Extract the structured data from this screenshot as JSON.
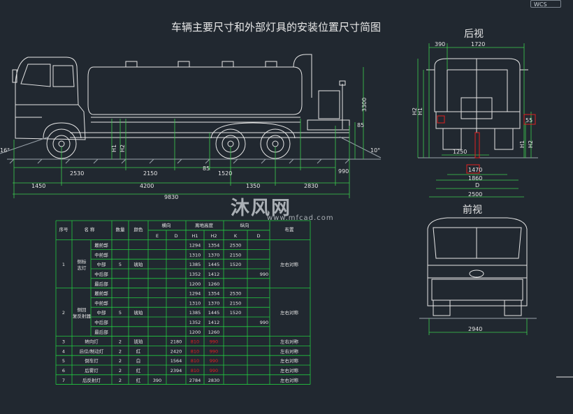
{
  "title": "车辆主要尺寸和外部灯具的安装位置尺寸简图",
  "labels": {
    "rear_view": "后视",
    "front_view": "前视"
  },
  "wcs": "WCS",
  "watermark": {
    "text": "沐风网",
    "url": "www.mfcad.com"
  },
  "side_dims": {
    "top_row": [
      "2530",
      "2150",
      "85",
      "1520",
      "990"
    ],
    "mid_row": [
      "1450",
      "4200",
      "1350",
      "2830"
    ],
    "total": "9830",
    "height": "3300",
    "rear_h": "85",
    "angle_front": "16°",
    "angle_rear": "10°",
    "h1": "H1",
    "h2": "H2"
  },
  "rear_dims": {
    "top": [
      "390",
      "1720"
    ],
    "h": [
      "H2",
      "H1"
    ],
    "mid": [
      "1250",
      "1470",
      "1860"
    ],
    "bottom": [
      "D",
      "2500"
    ],
    "side": "55",
    "hr": [
      "H1",
      "H2"
    ]
  },
  "front_dims": {
    "width": "2940"
  },
  "table": {
    "headers": [
      "序号",
      "名 称",
      "数量",
      "颜色",
      "横向",
      "离地高度",
      "纵向",
      "布置"
    ],
    "sub_headers": [
      "E",
      "D",
      "H1",
      "H2",
      "K",
      "D"
    ],
    "groups": [
      {
        "no": "1",
        "name": "侧标志灯",
        "qty": "5",
        "color": "琥珀",
        "layout": "左右对称",
        "rows": [
          {
            "pos": "最前部",
            "h1": "1294",
            "h2": "1354",
            "k": "2530",
            "d": ""
          },
          {
            "pos": "中前部",
            "h1": "1310",
            "h2": "1370",
            "k": "2150",
            "d": ""
          },
          {
            "pos": "中部",
            "h1": "1385",
            "h2": "1445",
            "k": "1520",
            "d": ""
          },
          {
            "pos": "中后部",
            "h1": "1352",
            "h2": "1412",
            "k": "",
            "d": "990"
          },
          {
            "pos": "最后部",
            "h1": "1200",
            "h2": "1260",
            "k": "",
            "d": ""
          }
        ]
      },
      {
        "no": "2",
        "name": "侧回复反射器",
        "qty": "5",
        "color": "琥珀",
        "layout": "左右对称",
        "rows": [
          {
            "pos": "最前部",
            "h1": "1294",
            "h2": "1354",
            "k": "2530",
            "d": ""
          },
          {
            "pos": "中前部",
            "h1": "1310",
            "h2": "1370",
            "k": "2150",
            "d": ""
          },
          {
            "pos": "中部",
            "h1": "1385",
            "h2": "1445",
            "k": "1520",
            "d": ""
          },
          {
            "pos": "中后部",
            "h1": "1352",
            "h2": "1412",
            "k": "",
            "d": "990"
          },
          {
            "pos": "最后部",
            "h1": "1200",
            "h2": "1260",
            "k": "",
            "d": ""
          }
        ]
      }
    ],
    "singles": [
      {
        "no": "3",
        "name": "转向灯",
        "qty": "2",
        "color": "琥珀",
        "e": "",
        "d": "2180",
        "h1": "810",
        "h2": "990",
        "k": "",
        "dd": "",
        "layout": "左右对称"
      },
      {
        "no": "4",
        "name": "后位/制动灯",
        "qty": "2",
        "color": "红",
        "e": "",
        "d": "2420",
        "h1": "810",
        "h2": "990",
        "k": "",
        "dd": "",
        "layout": "左右对称"
      },
      {
        "no": "5",
        "name": "倒车灯",
        "qty": "2",
        "color": "白",
        "e": "",
        "d": "1564",
        "h1": "810",
        "h2": "990",
        "k": "",
        "dd": "",
        "layout": "左右对称"
      },
      {
        "no": "6",
        "name": "后雾灯",
        "qty": "2",
        "color": "红",
        "e": "",
        "d": "2394",
        "h1": "810",
        "h2": "990",
        "k": "",
        "dd": "",
        "layout": "左右对称"
      },
      {
        "no": "7",
        "name": "后反射灯",
        "qty": "2",
        "color": "红",
        "e": "390",
        "d": "",
        "h1": "2784",
        "h2": "2830",
        "k": "",
        "dd": "",
        "layout": "左右对称"
      }
    ]
  },
  "colors": {
    "bg": "#212830",
    "line": "#e6e6e6",
    "dim": "#3ccf4e",
    "table": "#22c940",
    "red": "#e02020",
    "ground": "#9aa3ab"
  }
}
